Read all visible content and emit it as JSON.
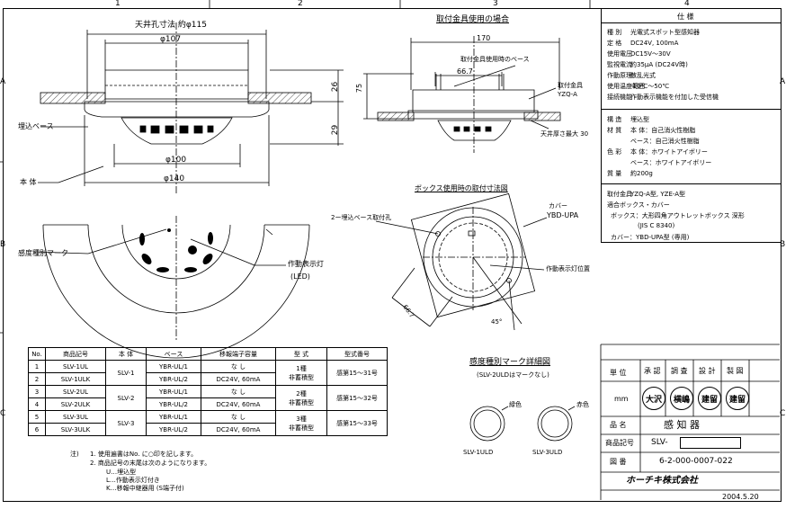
{
  "ruler": {
    "cols": [
      "1",
      "2",
      "3",
      "4"
    ],
    "rows": [
      "A",
      "B",
      "C"
    ]
  },
  "side_view": {
    "ceiling_hole": "天井孔寸法  約φ115",
    "d107": "φ107",
    "d100": "φ100",
    "d140": "φ140",
    "dim26": "26",
    "dim29": "29",
    "label_base": "埋込ベース",
    "label_body": "本 体"
  },
  "bracket_view": {
    "title": "取付金具使用の場合",
    "d170": "170",
    "base_note": "取付金具使用時のベース",
    "d66": "66.7",
    "d75": "75",
    "bracket_label": "取付金具",
    "bracket_model": "YZQ-A",
    "ceiling_thickness": "天井厚さ最大 30"
  },
  "bottom_view": {
    "mark_label": "感度種別マーク",
    "led_label": "作動表示灯",
    "led_sub": "(LED)"
  },
  "box_view": {
    "title": "ボックス使用時の取付寸法図",
    "hole_label": "2ー埋込ベース取付孔",
    "cover_label": "カバー",
    "cover_model": "YBD-UPA",
    "led_pos": "作動表示灯位置",
    "dim": "66.7",
    "angle": "45°"
  },
  "spec": {
    "title": "仕  様",
    "rows": [
      {
        "k": "種 別",
        "v": "光電式スポット型感知器"
      },
      {
        "k": "定 格",
        "v": "DC24V, 100mA"
      },
      {
        "k": "使用電圧",
        "v": "DC15V～30V"
      },
      {
        "k": "監視電流",
        "v": "約35μA (DC24V時)"
      },
      {
        "k": "作動原理",
        "v": "散乱光式"
      },
      {
        "k": "使用温度範囲",
        "v": "-10℃～50℃"
      },
      {
        "k": "接続機能",
        "v": "作動表示機能を付加した受信機"
      },
      {
        "k": "構 造",
        "v": "埋込型"
      },
      {
        "k": "材 質",
        "v": "本 体：自己消火性樹脂"
      },
      {
        "k": "",
        "v": "ベース：自己消火性樹脂"
      },
      {
        "k": "色 彩",
        "v": "本 体：ホワイトアイボリー"
      },
      {
        "k": "",
        "v": "ベース：ホワイトアイボリー"
      },
      {
        "k": "質 量",
        "v": "約200g"
      },
      {
        "k": "取付金具",
        "v": "YZQ-A型, YZE-A型"
      },
      {
        "k": "適合ボックス・カバー",
        "v": ""
      },
      {
        "k": "",
        "v": "ボックス：大形四角アウトレットボックス 深形"
      },
      {
        "k": "",
        "v": "(JIS C 8340)"
      },
      {
        "k": "",
        "v": "カバー：YBD-UPA型 (専用)"
      }
    ]
  },
  "parts_table": {
    "headers": [
      "No.",
      "商品記号",
      "本 体",
      "ベース",
      "移報端子容量",
      "型 式",
      "型式番号"
    ],
    "rows": [
      {
        "no": "1",
        "code": "SLV-1UL",
        "base": "YBR-UL/1",
        "cap": "な し"
      },
      {
        "no": "2",
        "code": "SLV-1ULK",
        "base": "YBR-UL/2",
        "cap": "DC24V, 60mA"
      },
      {
        "no": "3",
        "code": "SLV-2UL",
        "base": "YBR-UL/1",
        "cap": "な し"
      },
      {
        "no": "4",
        "code": "SLV-2ULK",
        "base": "YBR-UL/2",
        "cap": "DC24V, 60mA"
      },
      {
        "no": "5",
        "code": "SLV-3UL",
        "base": "YBR-UL/1",
        "cap": "な し"
      },
      {
        "no": "6",
        "code": "SLV-3ULK",
        "base": "YBR-UL/2",
        "cap": "DC24V, 60mA"
      }
    ],
    "groups": [
      {
        "body": "SLV-1",
        "type1": "1種",
        "type2": "非蓄積型",
        "num": "感第15～31号"
      },
      {
        "body": "SLV-2",
        "type1": "2種",
        "type2": "非蓄積型",
        "num": "感第15～32号"
      },
      {
        "body": "SLV-3",
        "type1": "3種",
        "type2": "非蓄積型",
        "num": "感第15～33号"
      }
    ]
  },
  "notes": {
    "label": "注)",
    "lines": [
      "1. 使用遍書はNo. に○印を記します。",
      "2. 商品記号の末尾は次のようになります。",
      "U…埋込型",
      "L…作動表示灯付き",
      "K…移報中継器用 (S端子付)"
    ]
  },
  "mark_detail": {
    "title": "感度種別マーク詳細図",
    "sub": "(SLV-2ULDはマークなし)",
    "green": "緑色",
    "red": "赤色",
    "left_label": "SLV-1ULD",
    "right_label": "SLV-3ULD"
  },
  "title_block": {
    "unit_label": "単 位",
    "unit_value": "mm",
    "headers": [
      "承 認",
      "調 査",
      "設 計",
      "製 図"
    ],
    "stamps": [
      "大沢",
      "横嶋",
      "建留",
      "建留"
    ],
    "name_label": "品 名",
    "name_value": "感 知 器",
    "code_label": "商品記号",
    "code_value": "SLV-",
    "drawing_label": "図 番",
    "drawing_value": "6-2-000-0007-022",
    "company": "ホーチキ株式会社",
    "date": "2004.5.20"
  }
}
